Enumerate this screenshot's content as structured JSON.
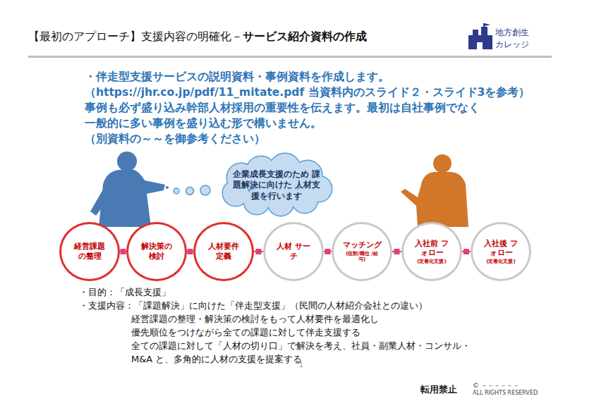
{
  "diagram": {
    "title": "【最初のアプローチ】支援内容の明確化－",
    "nodes": [
      {
        "text": [
          "企業成長支援のため 課題解決に向けた 人材支援を行います"
        ]
      },
      {
        "text": [
          "経営課題 の整理"
        ]
      },
      {
        "text": [
          "解決策の 検討"
        ]
      },
      {
        "text": [
          "人材要件 定義"
        ]
      },
      {
        "text": [
          "人材 サーチ"
        ]
      },
      {
        "text": [
          "マッチング",
          "(役割/職位 /給与)"
        ]
      },
      {
        "text": [
          "入社前 フォロー",
          "(定着化支援)"
        ]
      },
      {
        "text": [
          "入社後 フォロー",
          "(定着化支援)"
        ]
      }
    ],
    "edges": [
      {
        "from": 1,
        "to": 2,
        "arrow": "none"
      },
      {
        "from": 2,
        "to": 3,
        "arrow": "none"
      },
      {
        "from": 3,
        "to": 4,
        "arrow": "none"
      },
      {
        "from": 4,
        "to": 5,
        "arrow": "none"
      },
      {
        "from": 5,
        "to": 6,
        "arrow": "none"
      },
      {
        "from": 6,
        "to": 7,
        "arrow": "none"
      }
    ],
    "labels": [
      "サービス紹介資料の作成",
      "地方創生",
      "カレッジ",
      "・伴走型支援サービスの説明資料・事例資料を作成します。",
      "（https://jhr.co.jp/pdf/11_mitate.pdf 当資料内のスライド２・スライド3を参考）",
      "事例も必ず盛り込み幹部人材採用の重要性を伝えます。最初は自社事例でなく 一般的に多い事例を盛り込む形で構いません。",
      "（別資料の～～を御参考ください）",
      "・目的：「成長支援」",
      "・支援内容：「課題解決」に向けた「伴走型支援」（民間の人材紹介会社との違い）",
      "経営課題の整理・解決策の検討をもって人材要件を最適化し",
      "優先順位をつけながら全ての課題に対して伴走支援する",
      "全ての課題に対して「人材の切り口」で解決を考え、社員・副業人材・コンサル・M&A と、多角的に人材の支援を提案する",
      "1",
      "転用禁止",
      "© －－－－－－",
      "ALL RIGHTS RESERVED"
    ]
  }
}
